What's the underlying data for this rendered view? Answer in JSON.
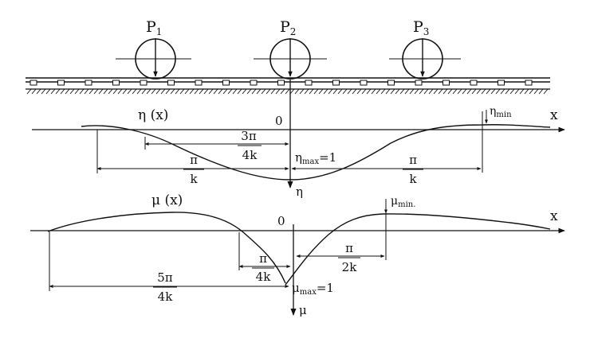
{
  "loads": {
    "p1": {
      "label": "P",
      "sub": "1"
    },
    "p2": {
      "label": "P",
      "sub": "2"
    },
    "p3": {
      "label": "P",
      "sub": "3"
    }
  },
  "deflection": {
    "curve_label": "η (x)",
    "origin": "0",
    "axis_x": "x",
    "axis_down": "η",
    "max_label": "η",
    "max_sub": "max",
    "max_value": "=1",
    "min_label": "η",
    "min_sub": "min",
    "dim_3pi_num": "3π",
    "dim_3pi_den": "4k",
    "dim_left_num": "π",
    "dim_left_den": "k",
    "dim_right_num": "π",
    "dim_right_den": "k"
  },
  "moment": {
    "curve_label": "μ (x)",
    "origin": "0",
    "axis_x": "x",
    "axis_down": "μ",
    "max_label": "μ",
    "max_sub": "max",
    "max_value": "=1",
    "min_label": "μ",
    "min_sub": "min.",
    "dim_pi4k_num": "π",
    "dim_pi4k_den": "4k",
    "dim_pi2k_num": "π",
    "dim_pi2k_den": "2k",
    "dim_5pi_num": "5π",
    "dim_5pi_den": "4k"
  }
}
